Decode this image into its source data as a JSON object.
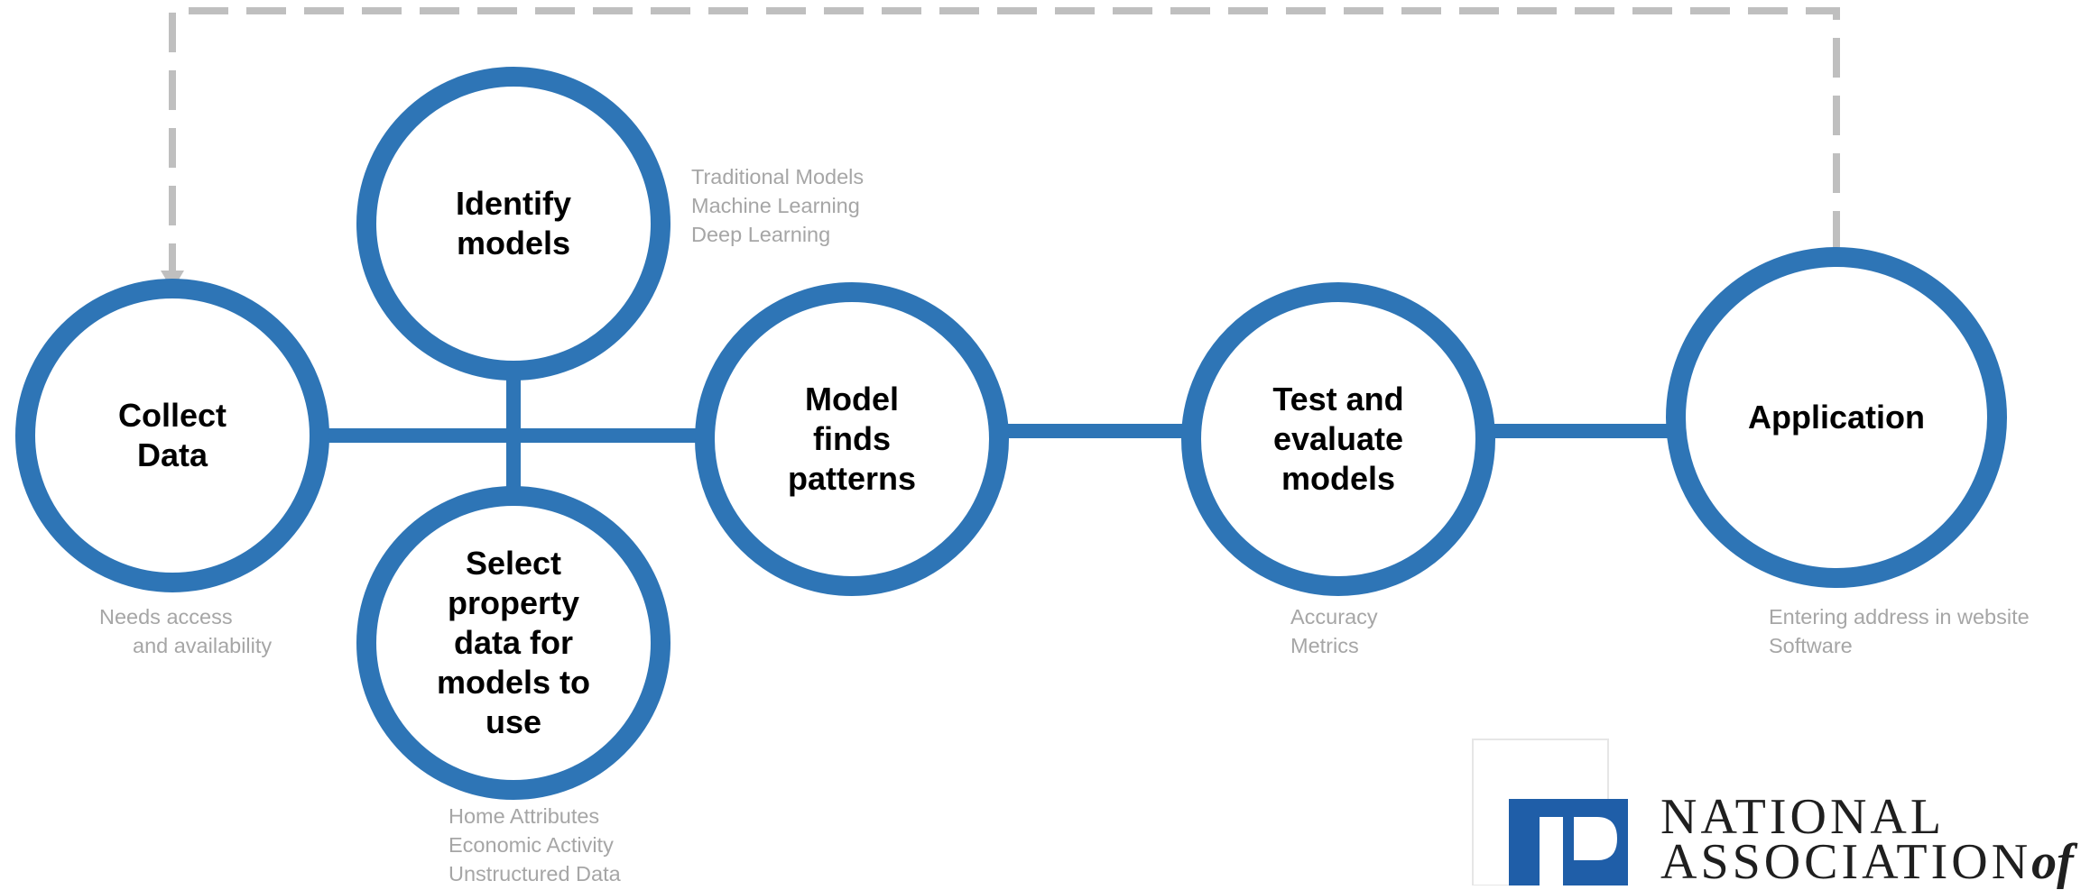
{
  "colors": {
    "node_stroke": "#2e75b6",
    "connector": "#2e75b6",
    "feedback_arrow": "#bfbfbf",
    "annotation_text": "#a6a6a6",
    "label_text": "#000000",
    "logo_blue": "#1f5ea8"
  },
  "nodes": {
    "collect": "Collect\nData",
    "identify": "Identify\nmodels",
    "select": "Select\nproperty\ndata for\nmodels to\nuse",
    "patterns": "Model\nfinds\npatterns",
    "test": "Test and\nevaluate\nmodels",
    "application": "Application"
  },
  "notes": {
    "identify": [
      "Traditional Models",
      "Machine Learning",
      "Deep Learning"
    ],
    "collect": [
      "Needs access",
      "and availability"
    ],
    "select": [
      "Home Attributes",
      "Economic Activity",
      "Unstructured Data"
    ],
    "test": [
      "Accuracy",
      "Metrics"
    ],
    "application": [
      "Entering address in website",
      "Software"
    ]
  },
  "logo": {
    "line1": "NATIONAL",
    "line2": "ASSOCIATION",
    "line2_suffix": "of"
  }
}
